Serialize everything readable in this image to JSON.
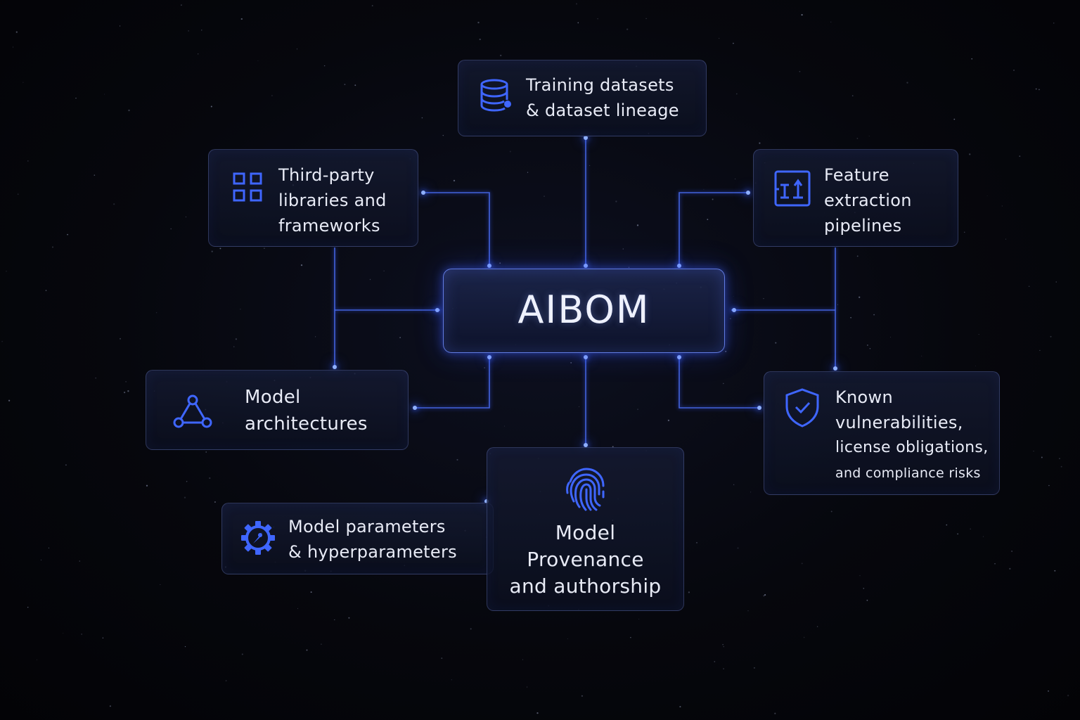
{
  "diagram": {
    "center": {
      "title": "AIBOM"
    },
    "nodes": {
      "training": {
        "icon": "database-icon",
        "lines": [
          "Training datasets",
          "& dataset lineage"
        ]
      },
      "third_party": {
        "icon": "grid-icon",
        "lines": [
          "Third-party",
          "libraries and",
          "frameworks"
        ]
      },
      "feature": {
        "icon": "pipeline-icon",
        "lines": [
          "Feature",
          "extraction",
          "pipelines"
        ]
      },
      "architectures": {
        "icon": "network-nodes-icon",
        "lines": [
          "Model",
          "architectures"
        ]
      },
      "vulnerabilities": {
        "icon": "shield-check-icon",
        "lines": [
          "Known",
          "vulnerabilities,",
          "license obligations,",
          "and compliance risks"
        ]
      },
      "parameters": {
        "icon": "gear-icon",
        "lines": [
          "Model parameters",
          "& hyperparameters"
        ]
      },
      "provenance": {
        "icon": "fingerprint-icon",
        "lines": [
          "Model",
          "Provenance",
          "and authorship"
        ]
      }
    }
  },
  "colors": {
    "accent": "#3d63ff",
    "glow": "#8fb0ff",
    "background": "#05060b",
    "text": "#e8ebf6"
  }
}
